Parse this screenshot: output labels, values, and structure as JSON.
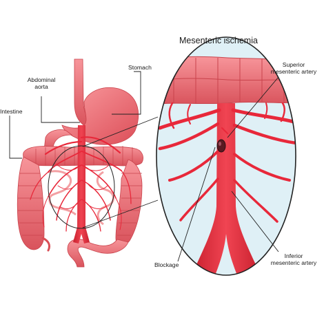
{
  "diagram": {
    "title": "Mesenteric ischemia",
    "labels": {
      "abdominal_aorta_line1": "Abdominal",
      "abdominal_aorta_line2": "aorta",
      "stomach": "Stomach",
      "intestine": "Intestine",
      "superior_line1": "Superior",
      "superior_line2": "mesenteric artery",
      "blockage": "Blockage",
      "inferior_line1": "Inferior",
      "inferior_line2": "mesenteric artery"
    }
  },
  "colors": {
    "artery": "#e8283a",
    "artery_dark": "#b51a2a",
    "organ": "#f2767a",
    "organ_dark": "#d94d55",
    "inset_bg": "#dff0f6",
    "leader_line": "#222222"
  }
}
